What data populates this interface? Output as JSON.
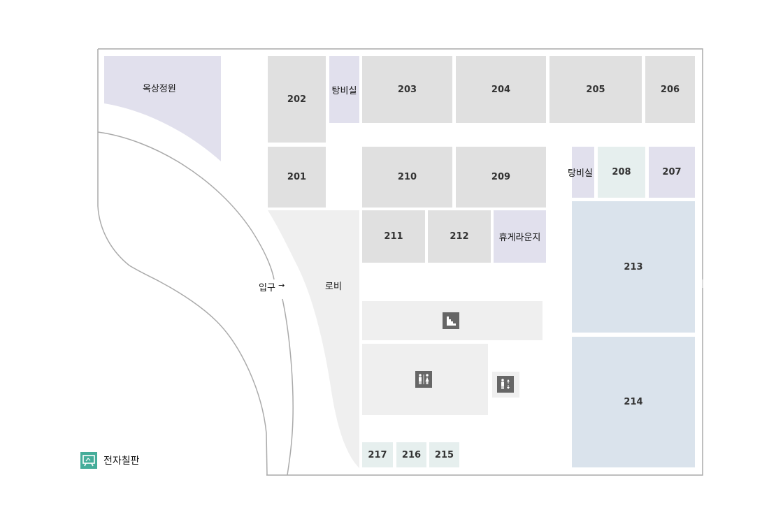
{
  "floor_map": {
    "rooftop_garden": "옥상정원",
    "lobby": "로비",
    "entrance": "입구",
    "entrance_arrow": "→",
    "rooms": {
      "r201": "201",
      "r202": "202",
      "r203": "203",
      "r204": "204",
      "r205": "205",
      "r206": "206",
      "r207": "207",
      "r208": "208",
      "r209": "209",
      "r210": "210",
      "r211": "211",
      "r212": "212",
      "r213": "213",
      "r214": "214",
      "r215": "215",
      "r216": "216",
      "r217": "217"
    },
    "pantry_1": "탕비실",
    "pantry_2": "탕비실",
    "lounge": "휴게라운지",
    "icons": {
      "stairs": "stairs-icon",
      "restroom": "restroom-icon",
      "elevator": "elevator-icon"
    }
  },
  "legend": {
    "label": "전자칠판",
    "icon": "whiteboard-icon",
    "color": "#45ad9a"
  },
  "colors": {
    "room_gray": "#e0e0e0",
    "room_lavender": "#e1e0ed",
    "room_mint": "#e6efee",
    "room_blue": "#dae3ec",
    "lobby": "#efefef",
    "outline": "#aaaaaa",
    "icon_dark": "#666666"
  }
}
